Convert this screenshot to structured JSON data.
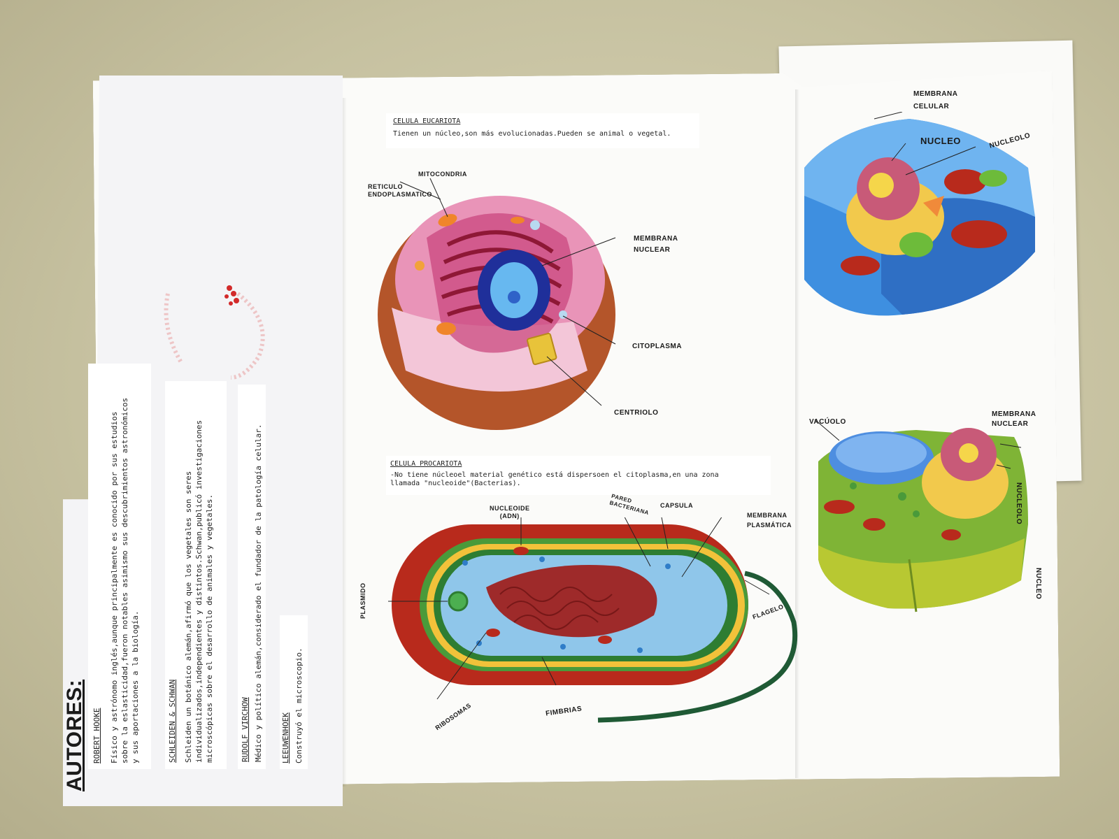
{
  "authors_panel": {
    "heading": "AUTORES:",
    "entries": [
      {
        "name": "ROBERT HOOKE",
        "text": "Físico y astrónomo inglés,aunque principalmente es conocido por sus estudios\nsobre la eslasticidad,fueron notables asimismo sus descubrimientos astronómicos\ny sus aportaciones a la biología."
      },
      {
        "name": "SCHLEIDEN & SCHWAN",
        "text": "Schleiden un botánico alemán,afirmó que los vegetales son seres\nindividualizados,independientes y distintos.Schwan,publicó investigaciones\nmicroscópicas sobre el desarrollo de animales y vegetales."
      },
      {
        "name": "RUDOLF VIRCHOW",
        "text": "Médico y político alemán,considerado el fundador de la patología celular."
      },
      {
        "name": "LEEUWENHOEK",
        "text": "Construyó el microscopio."
      }
    ]
  },
  "eukaryote": {
    "title": "CELULA EUCARIOTA",
    "description": "Tienen un núcleo,son más evolucionadas.Pueden se animal o vegetal.",
    "labels": {
      "reticulo_1": "RETICULO",
      "reticulo_2": "ENDOPLASMATICO",
      "mitocondria": "MITOCONDRIA",
      "membrana_nuclear_1": "MEMBRANA",
      "membrana_nuclear_2": "NUCLEAR",
      "citoplasma": "CITOPLASMA",
      "centriolo": "CENTRIOLO"
    }
  },
  "prokaryote": {
    "title": "CELULA PROCARIOTA",
    "description": "-No tiene núcleoel material genético está dispersoen el citoplasma,en una zona\nllamada \"nucleoide\"(Bacterias).",
    "labels": {
      "nucleoide_1": "NUCLEOIDE",
      "nucleoide_2": "(ADN)",
      "pared_1": "PARED",
      "pared_2": "BACTERIANA",
      "capsula": "CAPSULA",
      "membrana_1": "MEMBRANA",
      "membrana_2": "PLASMÁTICA",
      "plasmido": "PLASMIDO",
      "flagelo": "FLAGELO",
      "ribosomas": "RIBOSOMAS",
      "fimbrias": "FIMBRIAS"
    }
  },
  "animal_cell_labels": {
    "membrana_1": "MEMBRANA",
    "membrana_2": "CELULAR",
    "nucleo": "NUCLEO",
    "nucleolo": "NUCLEOLO"
  },
  "plant_cell_labels": {
    "vacuolo": "VACÚOLO",
    "membrana_1": "MEMBRANA",
    "membrana_2": "NUCLEAR",
    "nucleolo": "NUCLEOLO",
    "nucleo": "NUCLEO"
  },
  "colors": {
    "table": "#c9c4a5",
    "paper": "#fbfbf9",
    "cell_pink": "#e994b8",
    "cell_brown": "#b4552a",
    "bacteria_red": "#b82a1c",
    "bacteria_blue": "#8fc6ea",
    "animal_blue": "#3e8fe0",
    "plant_green": "#7fb436"
  }
}
